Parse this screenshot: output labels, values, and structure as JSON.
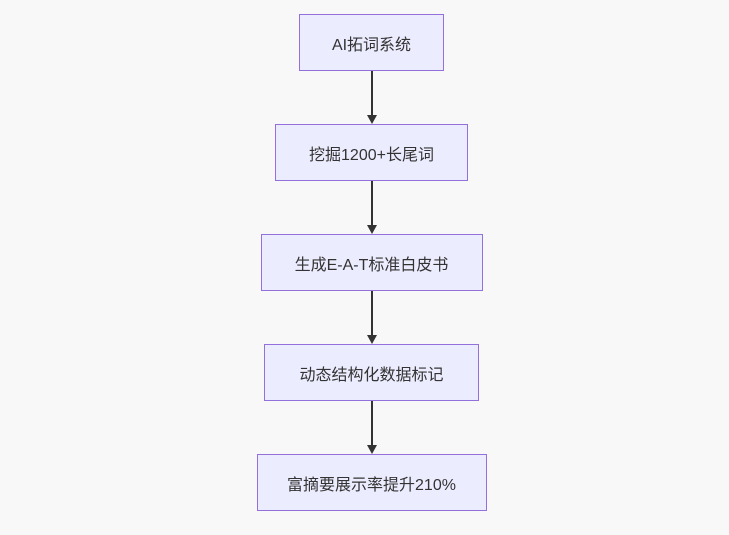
{
  "diagram": {
    "type": "flowchart",
    "direction": "top-down",
    "nodes": [
      {
        "id": "1",
        "label": "AI拓词系统"
      },
      {
        "id": "2",
        "label": "挖掘1200+长尾词"
      },
      {
        "id": "3",
        "label": "生成E-A-T标准白皮书"
      },
      {
        "id": "4",
        "label": "动态结构化数据标记"
      },
      {
        "id": "5",
        "label": "富摘要展示率提升210%"
      }
    ],
    "edges": [
      {
        "from": "1",
        "to": "2"
      },
      {
        "from": "2",
        "to": "3"
      },
      {
        "from": "3",
        "to": "4"
      },
      {
        "from": "4",
        "to": "5"
      }
    ],
    "colors": {
      "background": "#f8f8f8",
      "node_fill": "#ECECFF",
      "node_border": "#9370DB",
      "arrow": "#333333",
      "text": "#333333"
    }
  }
}
